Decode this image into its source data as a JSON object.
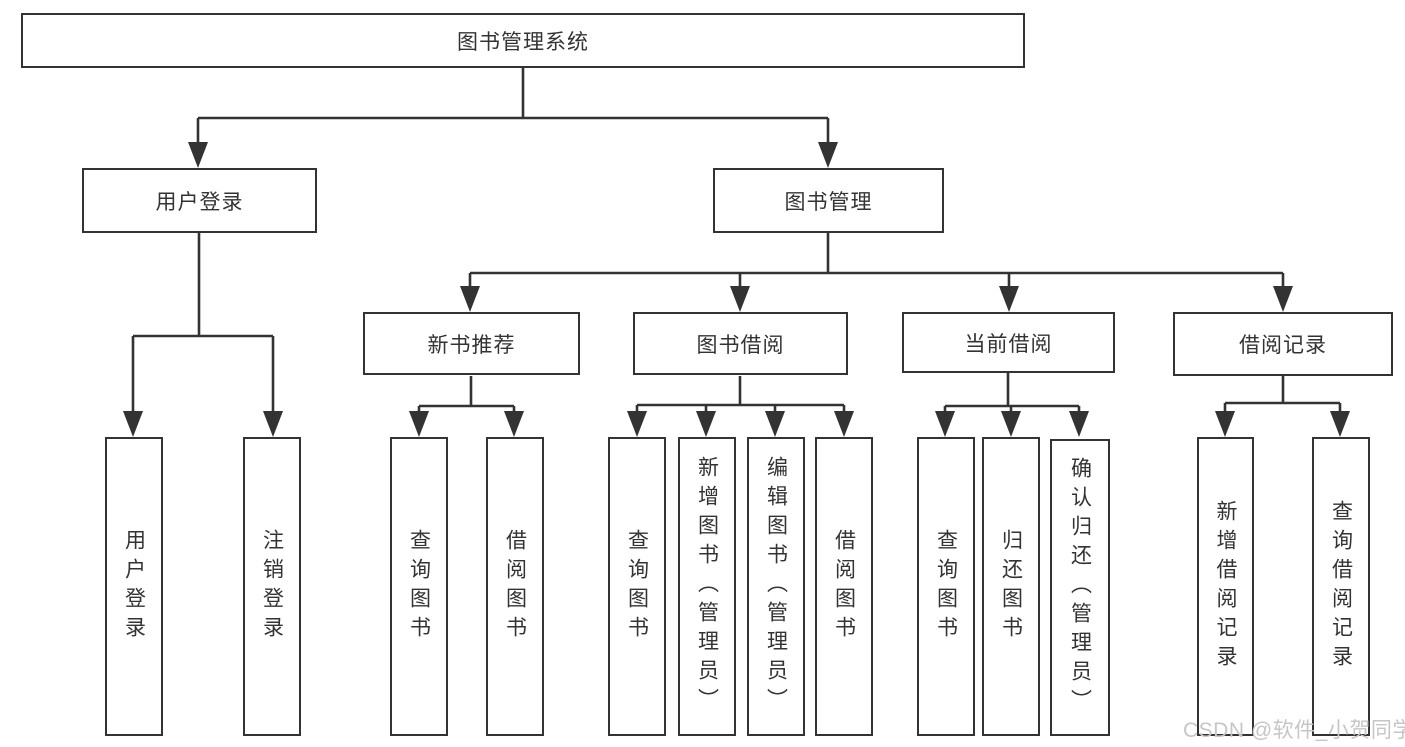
{
  "diagram_title": "图书管理系统",
  "tree": {
    "label": "图书管理系统",
    "children": [
      {
        "label": "用户登录",
        "children": [
          {
            "label": "用户登录"
          },
          {
            "label": "注销登录"
          }
        ]
      },
      {
        "label": "图书管理",
        "children": [
          {
            "label": "新书推荐",
            "children": [
              {
                "label": "查询图书"
              },
              {
                "label": "借阅图书"
              }
            ]
          },
          {
            "label": "图书借阅",
            "children": [
              {
                "label": "查询图书"
              },
              {
                "label": "新增图书（管理员）"
              },
              {
                "label": "编辑图书（管理员）"
              },
              {
                "label": "借阅图书"
              }
            ]
          },
          {
            "label": "当前借阅",
            "children": [
              {
                "label": "查询图书"
              },
              {
                "label": "归还图书"
              },
              {
                "label": "确认归还（管理员）"
              }
            ]
          },
          {
            "label": "借阅记录",
            "children": [
              {
                "label": "新增借阅记录"
              },
              {
                "label": "查询借阅记录"
              }
            ]
          }
        ]
      }
    ]
  },
  "watermark": "CSDN @软件_小贺同学",
  "colors": {
    "line": "#333333",
    "box_border": "#333333",
    "text": "#333333",
    "watermark": "#c6c6c6",
    "background": "#ffffff"
  }
}
